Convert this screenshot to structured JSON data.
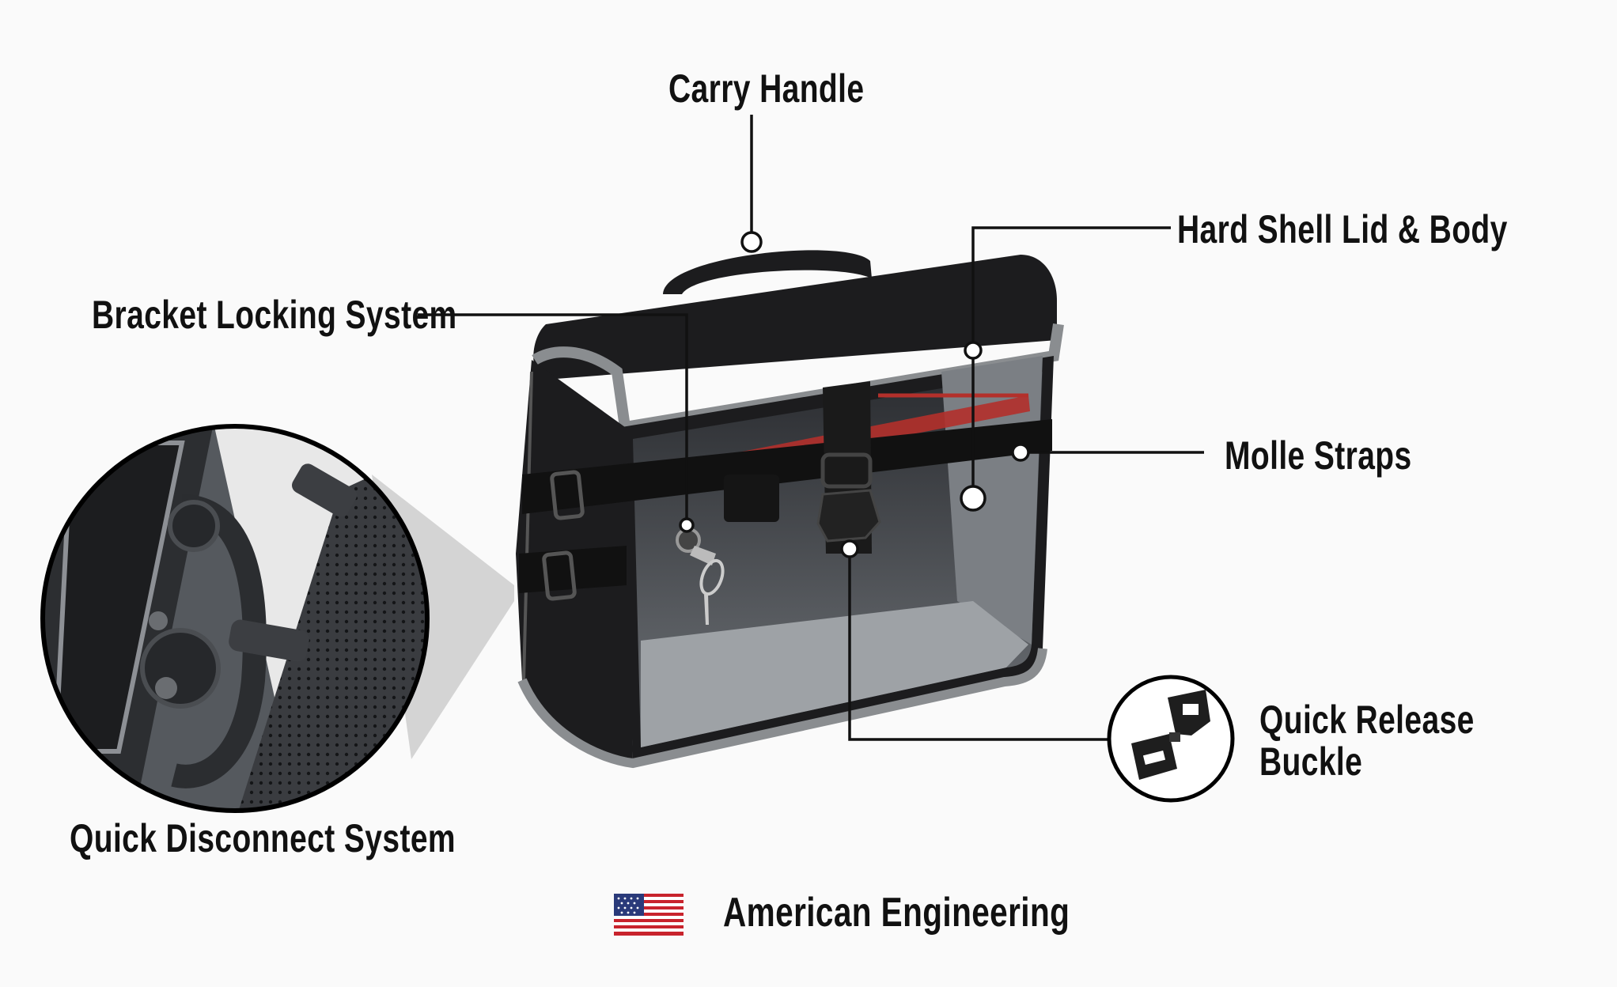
{
  "labels": {
    "carry_handle": "Carry Handle",
    "hard_shell": "Hard Shell Lid & Body",
    "bracket_locking": "Bracket Locking System",
    "molle_straps": "Molle Straps",
    "quick_release_line1": "Quick Release",
    "quick_release_line2": "Buckle",
    "quick_disconnect": "Quick Disconnect System",
    "american_engineering": "American Engineering"
  },
  "colors": {
    "bag_body": "#1c1c1e",
    "bag_trim": "#8a8d90",
    "interior": "#5d6166",
    "accent_red": "#b3302b",
    "callout_line": "#111111",
    "background": "#fafafa"
  },
  "icons": {
    "flag": "us-flag-icon",
    "buckle": "quick-release-buckle-icon",
    "key": "key-lock-icon"
  }
}
